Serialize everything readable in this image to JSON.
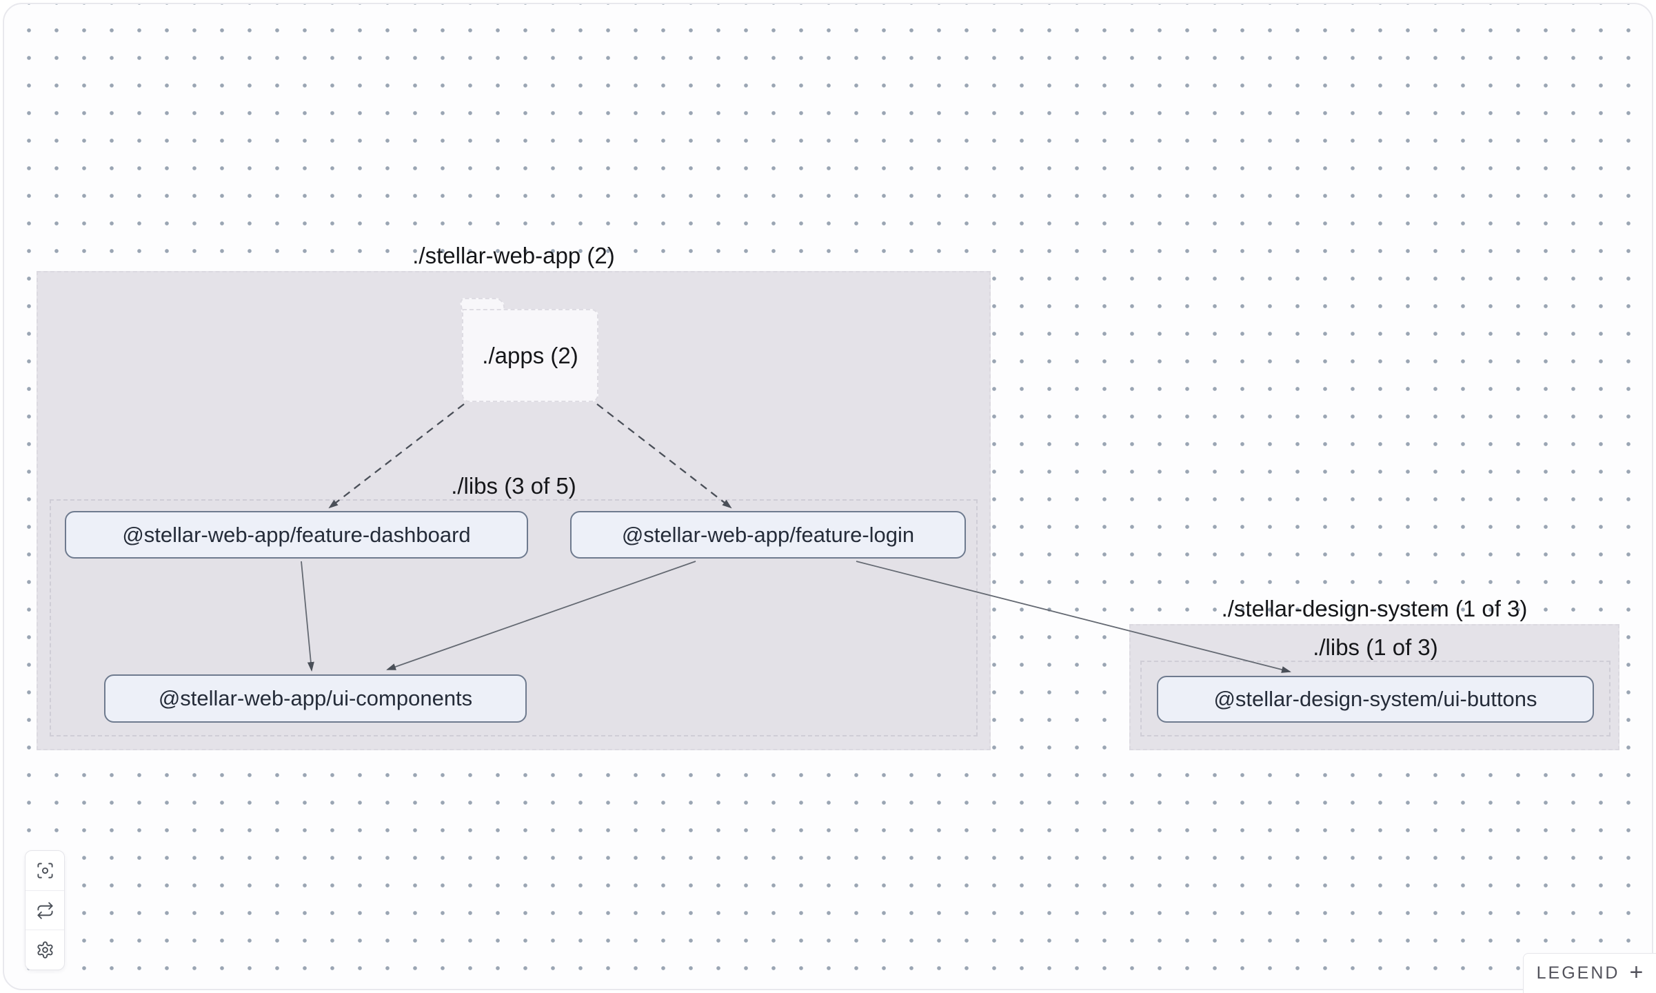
{
  "canvas": {
    "background": "#fdfdfe",
    "dot_color": "#9aa5b3",
    "frame_border_color": "#e8e8ed",
    "group_fill": "#e4e2e8",
    "node_fill": "#edf0f8",
    "node_border": "#6e7a8e"
  },
  "graph": {
    "groups": [
      {
        "id": "stellar-web-app",
        "label": "./stellar-web-app (2)"
      },
      {
        "id": "stellar-web-app-libs",
        "label": "./libs (3 of 5)"
      },
      {
        "id": "stellar-design-system",
        "label": "./stellar-design-system (1 of 3)"
      },
      {
        "id": "stellar-design-system-libs",
        "label": "./libs (1 of 3)"
      }
    ],
    "folder": {
      "label": "./apps (2)"
    },
    "nodes": [
      {
        "label": "@stellar-web-app/feature-dashboard"
      },
      {
        "label": "@stellar-web-app/feature-login"
      },
      {
        "label": "@stellar-web-app/ui-components"
      },
      {
        "label": "@stellar-design-system/ui-buttons"
      }
    ],
    "edges": [
      {
        "from": "./apps",
        "to": "@stellar-web-app/feature-dashboard",
        "style": "dashed"
      },
      {
        "from": "./apps",
        "to": "@stellar-web-app/feature-login",
        "style": "dashed"
      },
      {
        "from": "@stellar-web-app/feature-dashboard",
        "to": "@stellar-web-app/ui-components",
        "style": "solid"
      },
      {
        "from": "@stellar-web-app/feature-login",
        "to": "@stellar-web-app/ui-components",
        "style": "solid"
      },
      {
        "from": "@stellar-web-app/feature-login",
        "to": "@stellar-design-system/ui-buttons",
        "style": "solid"
      }
    ]
  },
  "toolbar": {
    "buttons": [
      {
        "name": "focus"
      },
      {
        "name": "refresh"
      },
      {
        "name": "settings"
      }
    ]
  },
  "legend": {
    "label": "LEGEND",
    "plus": "+"
  }
}
